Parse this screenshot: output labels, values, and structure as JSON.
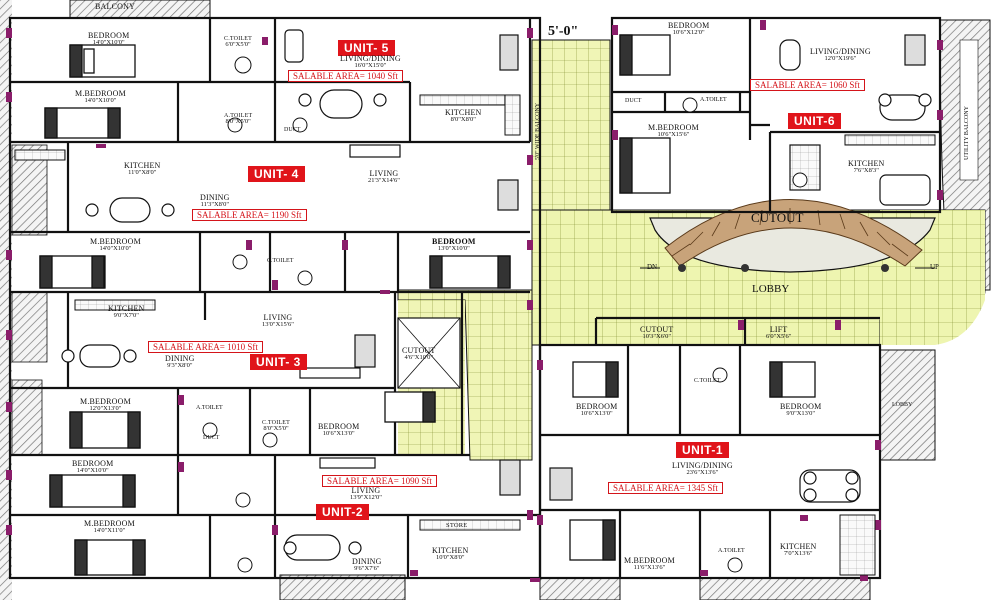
{
  "colors": {
    "wall": "#111111",
    "balcony": "#f2f6c4",
    "lobby": "#eef5b0",
    "grid_line": "#7b8a2a",
    "hatch": "#555555",
    "cutout_arc": "#c8a37a",
    "unit_badge": "#e0141a",
    "salable_text": "#d4141a",
    "door_accent": "#8a1d6a"
  },
  "dimension_label": "5'-0\"",
  "units": [
    {
      "label": "UNIT- 5",
      "salable": "SALABLE AREA= 1040 Sft"
    },
    {
      "label": "UNIT- 4",
      "salable": "SALABLE AREA= 1190 Sft"
    },
    {
      "label": "UNIT- 3",
      "salable": "SALABLE AREA= 1010 Sft"
    },
    {
      "label": "UNIT-2",
      "salable": "SALABLE AREA= 1090 Sft"
    },
    {
      "label": "UNIT-1",
      "salable": "SALABLE AREA= 1345 Sft"
    },
    {
      "label": "UNIT-6",
      "salable": "SALABLE AREA= 1060 Sft"
    }
  ],
  "rooms": [
    {
      "name": "BALCONY",
      "dims": ""
    },
    {
      "name": "BEDROOM",
      "dims": "14'0\"X10'0\""
    },
    {
      "name": "C.TOILET",
      "dims": "6'0\"X5'0\""
    },
    {
      "name": "LIVING/DINING",
      "dims": "16'0\"X15'0\""
    },
    {
      "name": "M.BEDROOM",
      "dims": "14'0\"X10'0\""
    },
    {
      "name": "A.TOILET",
      "dims": "8'0\"X5'0\""
    },
    {
      "name": "KITCHEN",
      "dims": "8'0\"X8'0\""
    },
    {
      "name": "KITCHEN",
      "dims": "11'0\"X8'0\""
    },
    {
      "name": "LIVING",
      "dims": "21'3\"X14'6\""
    },
    {
      "name": "DINING",
      "dims": "11'3\"X8'0\""
    },
    {
      "name": "M.BEDROOM",
      "dims": "14'0\"X10'0\""
    },
    {
      "name": "BEDROOM",
      "dims": "13'0\"X10'0\""
    },
    {
      "name": "KITCHEN",
      "dims": "9'0\"X7'0\""
    },
    {
      "name": "LIVING",
      "dims": "13'0\"X15'6\""
    },
    {
      "name": "DINING",
      "dims": "9'3\"X8'0\""
    },
    {
      "name": "CUTOUT",
      "dims": "4'6\"X10'0\""
    },
    {
      "name": "M.BEDROOM",
      "dims": "12'0\"X13'0\""
    },
    {
      "name": "C.TOILET",
      "dims": "8'0\"X5'0\""
    },
    {
      "name": "BEDROOM",
      "dims": "10'6\"X13'0\""
    },
    {
      "name": "BEDROOM",
      "dims": "14'0\"X10'0\""
    },
    {
      "name": "LIVING",
      "dims": "13'9\"X12'0\""
    },
    {
      "name": "M.BEDROOM",
      "dims": "14'0\"X11'0\""
    },
    {
      "name": "DINING",
      "dims": "9'6\"X7'6\""
    },
    {
      "name": "KITCHEN",
      "dims": "10'0\"X8'0\""
    },
    {
      "name": "STORE",
      "dims": ""
    },
    {
      "name": "BEDROOM",
      "dims": "10'6\"X12'0\""
    },
    {
      "name": "LIVING/DINING",
      "dims": "12'0\"X19'6\""
    },
    {
      "name": "M.BEDROOM",
      "dims": "10'6\"X15'6\""
    },
    {
      "name": "KITCHEN",
      "dims": "7'6\"X8'3\""
    },
    {
      "name": "CUTOUT",
      "dims": ""
    },
    {
      "name": "LOBBY",
      "dims": ""
    },
    {
      "name": "CUTOUT",
      "dims": "10'3\"X6'0\""
    },
    {
      "name": "LIFT",
      "dims": "6'0\"X5'6\""
    },
    {
      "name": "BEDROOM",
      "dims": "10'6\"X13'0\""
    },
    {
      "name": "BEDROOM",
      "dims": "9'0\"X13'0\""
    },
    {
      "name": "LIVING/DINING",
      "dims": "23'6\"X13'6\""
    },
    {
      "name": "M.BEDROOM",
      "dims": "11'6\"X13'6\""
    },
    {
      "name": "KITCHEN",
      "dims": "7'0\"X13'6\""
    },
    {
      "name": "C.TOILET",
      "dims": ""
    },
    {
      "name": "C.TOILET",
      "dims": ""
    },
    {
      "name": "A.TOILET",
      "dims": ""
    },
    {
      "name": "A.TOILET",
      "dims": ""
    },
    {
      "name": "A.TOILET",
      "dims": ""
    },
    {
      "name": "DUCT",
      "dims": ""
    },
    {
      "name": "DUCT",
      "dims": ""
    },
    {
      "name": "DUCT",
      "dims": ""
    }
  ],
  "misc": {
    "dn": "DN",
    "up": "UP",
    "balcony_vertical": "5'0\" WIDE BALCONY",
    "lobby_side": "LOBBY",
    "right_strip": "UTILITY BALCONY"
  }
}
